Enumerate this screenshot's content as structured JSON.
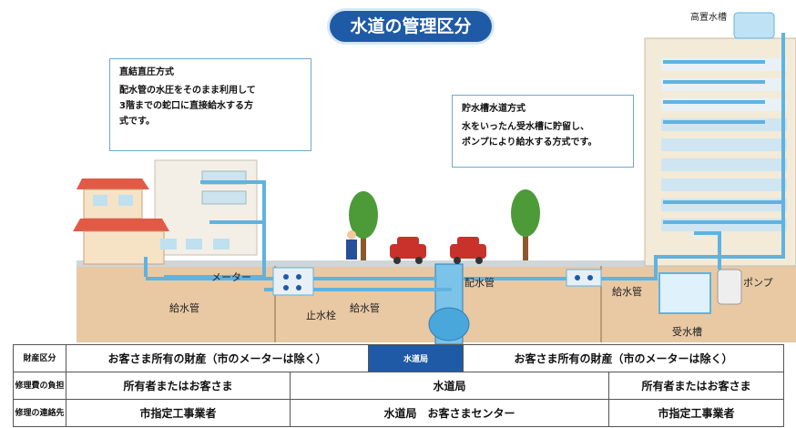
{
  "title": "水道の管理区分",
  "callouts": {
    "direct": {
      "title": "直結直圧方式",
      "lines": [
        "配水管の水圧をそのまま利用して",
        "3階までの蛇口に直接給水する方",
        "式です。"
      ]
    },
    "tank": {
      "title": "貯水槽水道方式",
      "lines": [
        "水をいったん受水槽に貯留し、",
        "ポンプにより給水する方式です。"
      ]
    }
  },
  "labels": {
    "elevated_tank": "高置水槽",
    "meter": "メーター",
    "stop_valve": "止水栓",
    "supply_pipe_left": "給水管",
    "supply_pipe_mid": "給水管",
    "supply_pipe_right": "給水管",
    "distribution_pipe": "配水管",
    "pump": "ポンプ",
    "receiving_tank": "受水槽"
  },
  "table": {
    "rows": [
      {
        "header": "財産区分",
        "left": "お客さま所有の財産（市のメーターは除く）",
        "middle": "水道局",
        "right": "お客さま所有の財産（市のメーターは除く）"
      },
      {
        "header": "修理費の負担",
        "left": "所有者またはお客さま",
        "middle": "水道局",
        "right": "所有者またはお客さま"
      },
      {
        "header": "修理の連絡先",
        "left": "市指定工事業者",
        "middle": "水道局　お客さまセンター",
        "right": "市指定工事業者"
      }
    ]
  },
  "colors": {
    "title_bg": "#1f5aa6",
    "pipe": "#5fb3e0",
    "ground": "#e8c9a4",
    "building": "#f3ead8",
    "tree": "#4d9a38"
  }
}
